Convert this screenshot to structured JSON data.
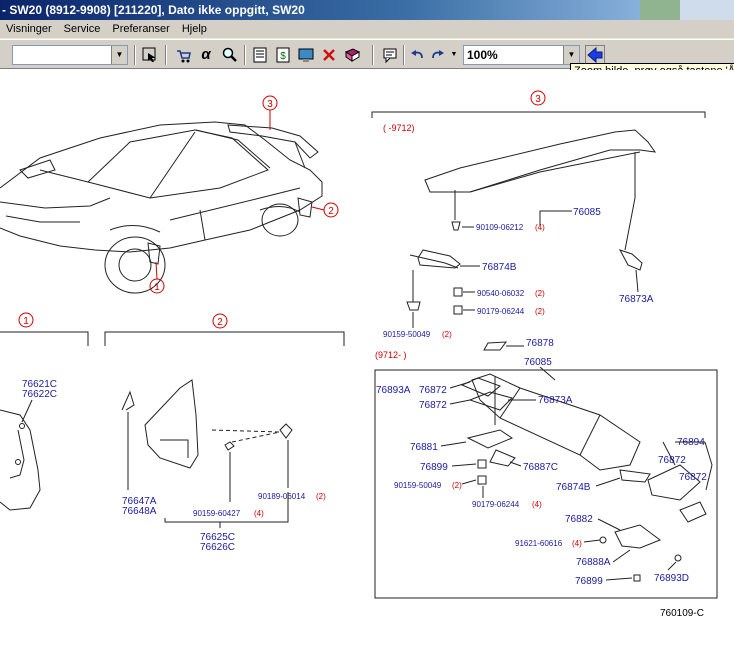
{
  "window": {
    "title": "- SW20 (8912-9908) [211220], Dato ikke oppgitt, SW20"
  },
  "menu": {
    "items": [
      "Visninger",
      "Service",
      "Preferanser",
      "Hjelp"
    ]
  },
  "toolbar": {
    "combo_value": "",
    "zoom_value": "100%",
    "tooltip": "Zoom bilde, prøv også tastene 'Å'",
    "alpha_glyph": "α"
  },
  "diagram": {
    "callouts": {
      "c1": "1",
      "c2": "2",
      "c3": "3",
      "sec1": "1",
      "sec2": "2",
      "sec3": "3"
    },
    "date_codes": {
      "upto": "(     -9712)",
      "from": "(9712-     )"
    },
    "labels": {
      "p76085_a": "76085",
      "p90109": "90109-06212",
      "p90109_qty": "(4)",
      "p76874B_a": "76874B",
      "p76873A_a": "76873A",
      "p90540": "90540-06032",
      "p90540_qty": "(2)",
      "p90179_a": "90179-06244",
      "p90179_a_qty": "(2)",
      "p90159_a": "90159-50049",
      "p90159_a_qty": "(2)",
      "p76621C": "76621C",
      "p76622C": "76622C",
      "p76647A": "76647A",
      "p76648A": "76648A",
      "p90159_b": "90159-60427",
      "p90159_b_qty": "(4)",
      "p90189": "90189-06014",
      "p90189_qty": "(2)",
      "p76625C": "76625C",
      "p76626C": "76626C",
      "p76878": "76878",
      "p76085_b": "76085",
      "p76893A": "76893A",
      "p76872_a": "76872",
      "p76872_b": "76872",
      "p76873A_b": "76873A",
      "p76881": "76881",
      "p76899_a": "76899",
      "p76887C": "76887C",
      "p90159_c": "90159-50049",
      "p90159_c_qty": "(2)",
      "p90179_b": "90179-06244",
      "p90179_b_qty": "(4)",
      "p76874B_b": "76874B",
      "p76894": "76894",
      "p76872_c": "76872",
      "p76872_d": "76872",
      "p76882": "76882",
      "p91621": "91621-60616",
      "p91621_qty": "(4)",
      "p76888A": "76888A",
      "p76893D": "76893D",
      "p76899_b": "76899",
      "figure_code": "760109-C"
    }
  },
  "colors": {
    "title_start": "#0a246a",
    "title_end": "#a6caf0",
    "chrome": "#d4d0c8",
    "callout_red": "#cc0000",
    "label_blue": "#1a1aa0",
    "tooltip_bg": "#ffffe1"
  }
}
